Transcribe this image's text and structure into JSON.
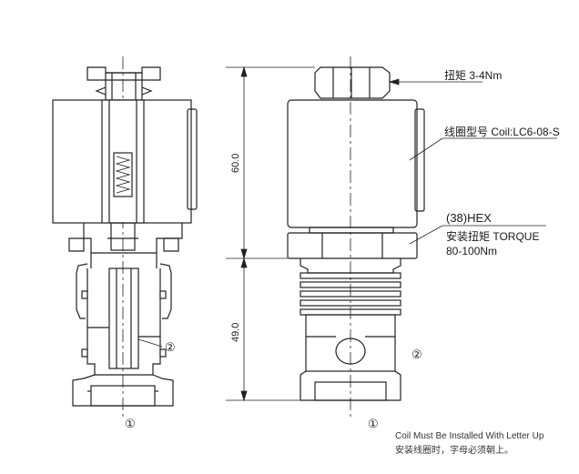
{
  "callouts": {
    "torque_top": "扭矩 3-4Nm",
    "coil_model": "线圈型号 Coil:LC6-08-S",
    "hex_size": "(38)HEX",
    "hex_torque_line1": "安装扭矩 TORQUE",
    "hex_torque_line2": "80-100Nm"
  },
  "dimensions": {
    "upper": "60.0",
    "lower": "49.0"
  },
  "ports": {
    "left_port1": "①",
    "left_port2": "②",
    "right_port1": "①",
    "right_port2": "②"
  },
  "note": {
    "english": "Coil Must Be Installed With Letter Up",
    "chinese": "安装线圈时，字母必须朝上。"
  }
}
